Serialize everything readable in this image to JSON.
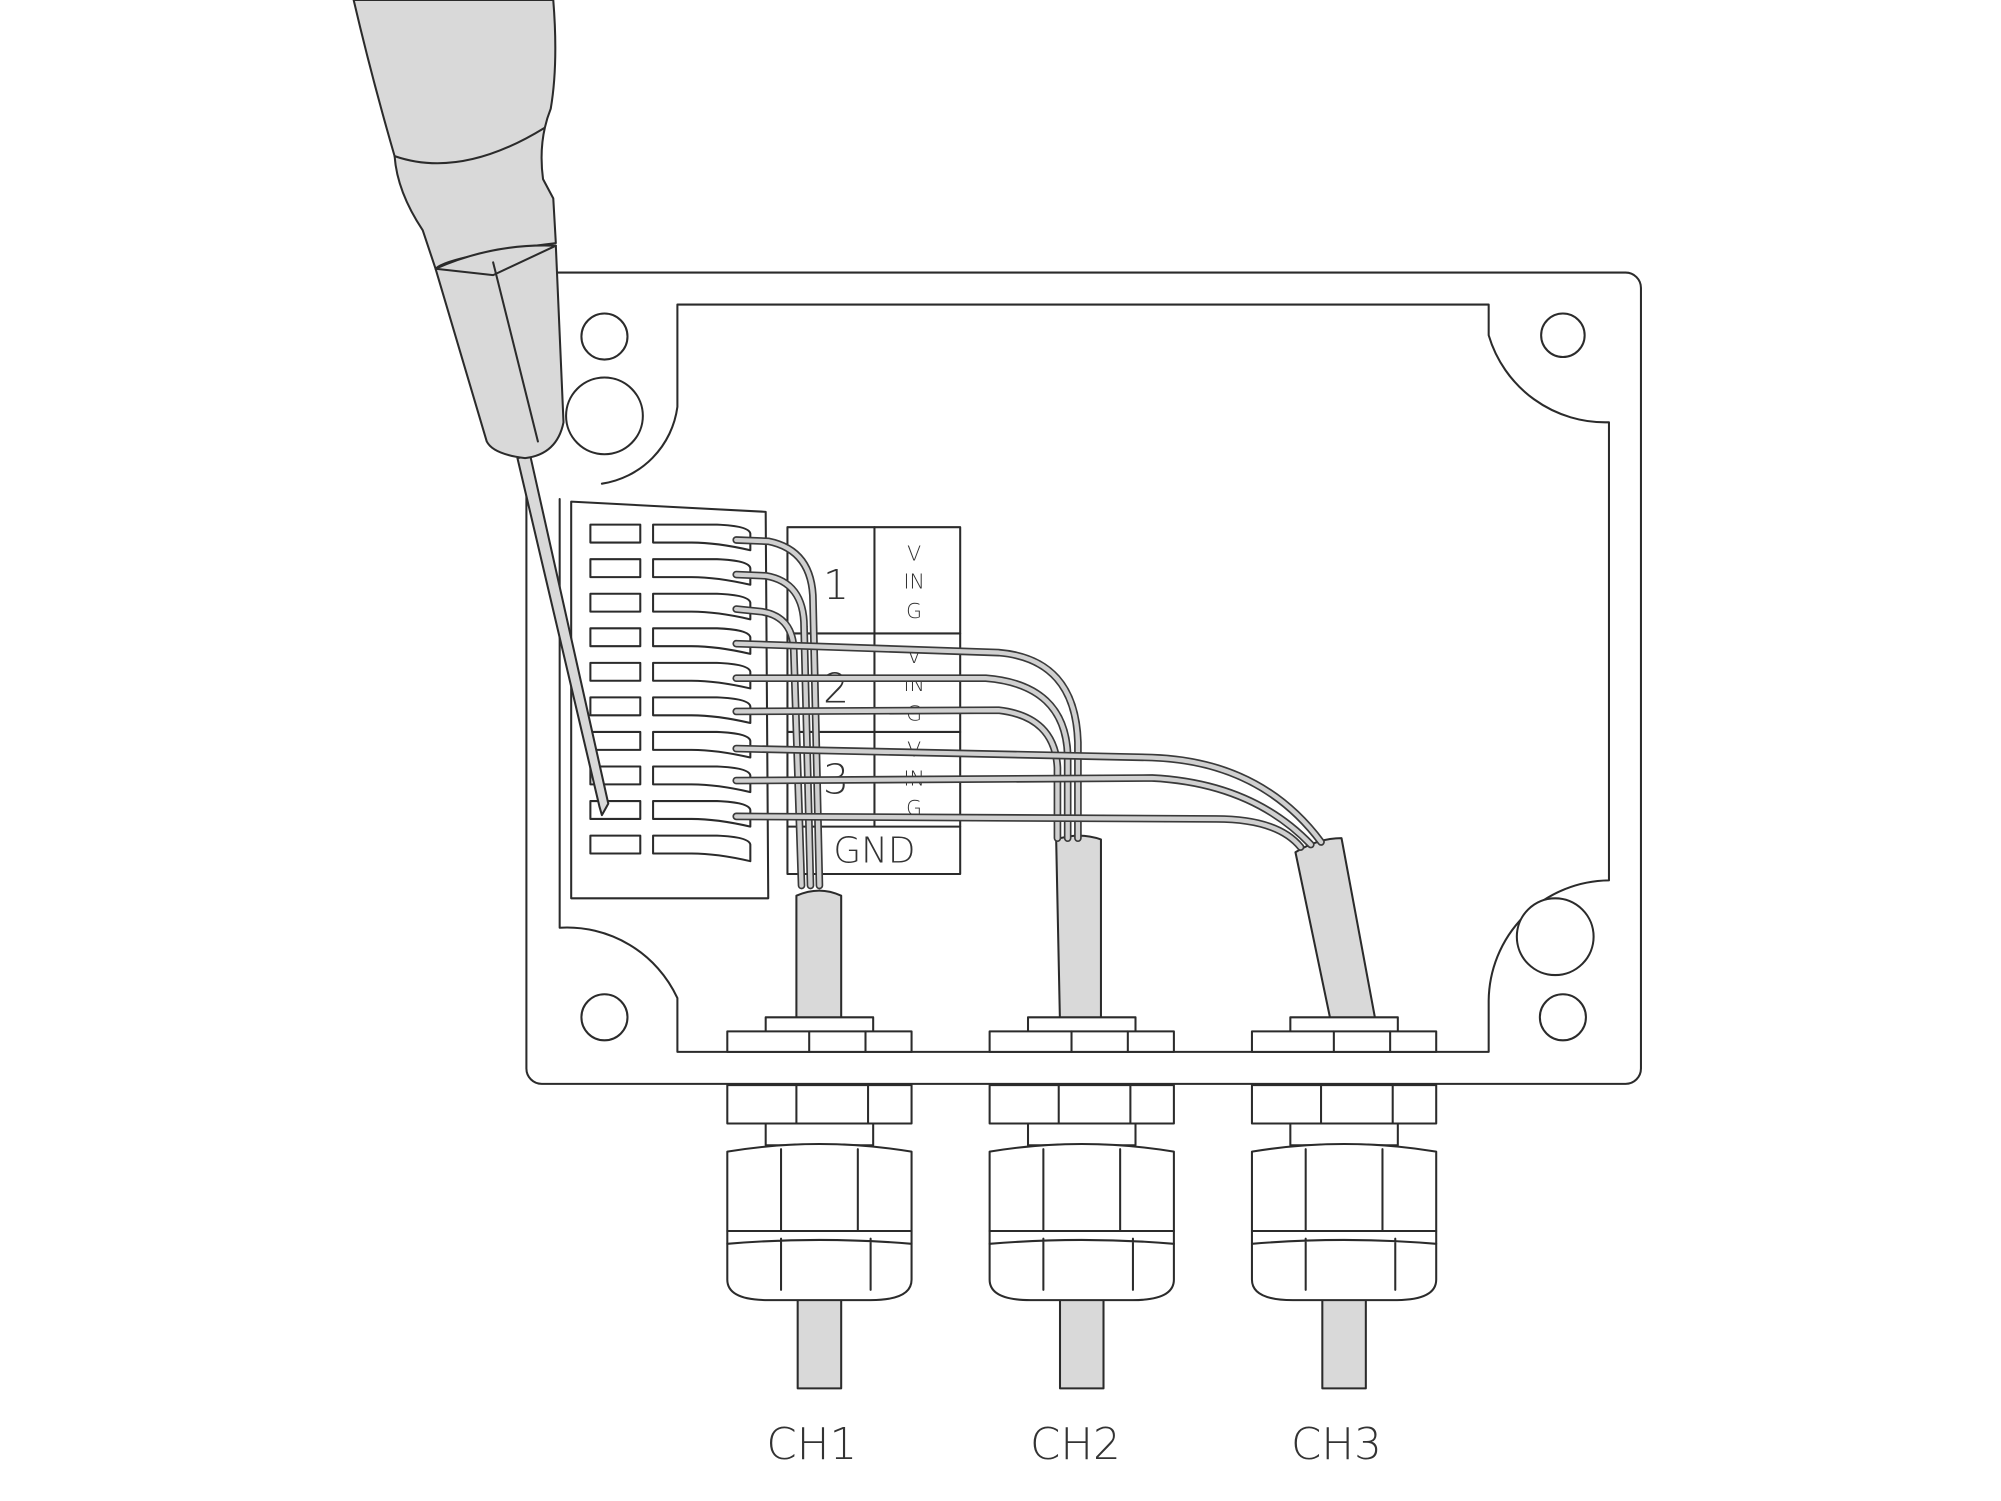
{
  "terminal_block": {
    "groups": [
      {
        "number": "1",
        "pins": [
          "V",
          "IN",
          "G"
        ]
      },
      {
        "number": "2",
        "pins": [
          "V",
          "IN",
          "G"
        ]
      },
      {
        "number": "3",
        "pins": [
          "V",
          "IN",
          "G"
        ]
      }
    ],
    "ground_label": "GND"
  },
  "channels": [
    "CH1",
    "CH2",
    "CH3"
  ],
  "colors": {
    "line": "#2b2b2b",
    "cable_fill": "#d9d9d9",
    "background": "#ffffff"
  }
}
